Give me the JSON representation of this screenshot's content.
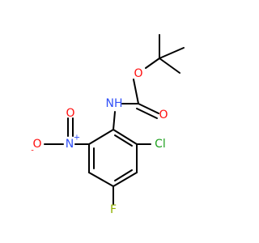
{
  "colors": {
    "carbon_bond": "#000000",
    "oxygen": "#ff0d0d",
    "nitrogen": "#3050f8",
    "chlorine": "#1fa01f",
    "fluorine": "#90b000"
  },
  "atoms": {
    "nh": "NH",
    "o_ester": "O",
    "o_carbonyl": "O",
    "cl": "Cl",
    "n_nitro": "N",
    "n_charge": "+",
    "o_nitro_top": "O",
    "o_nitro_left": "O",
    "o_charge": "-",
    "f": "F"
  }
}
